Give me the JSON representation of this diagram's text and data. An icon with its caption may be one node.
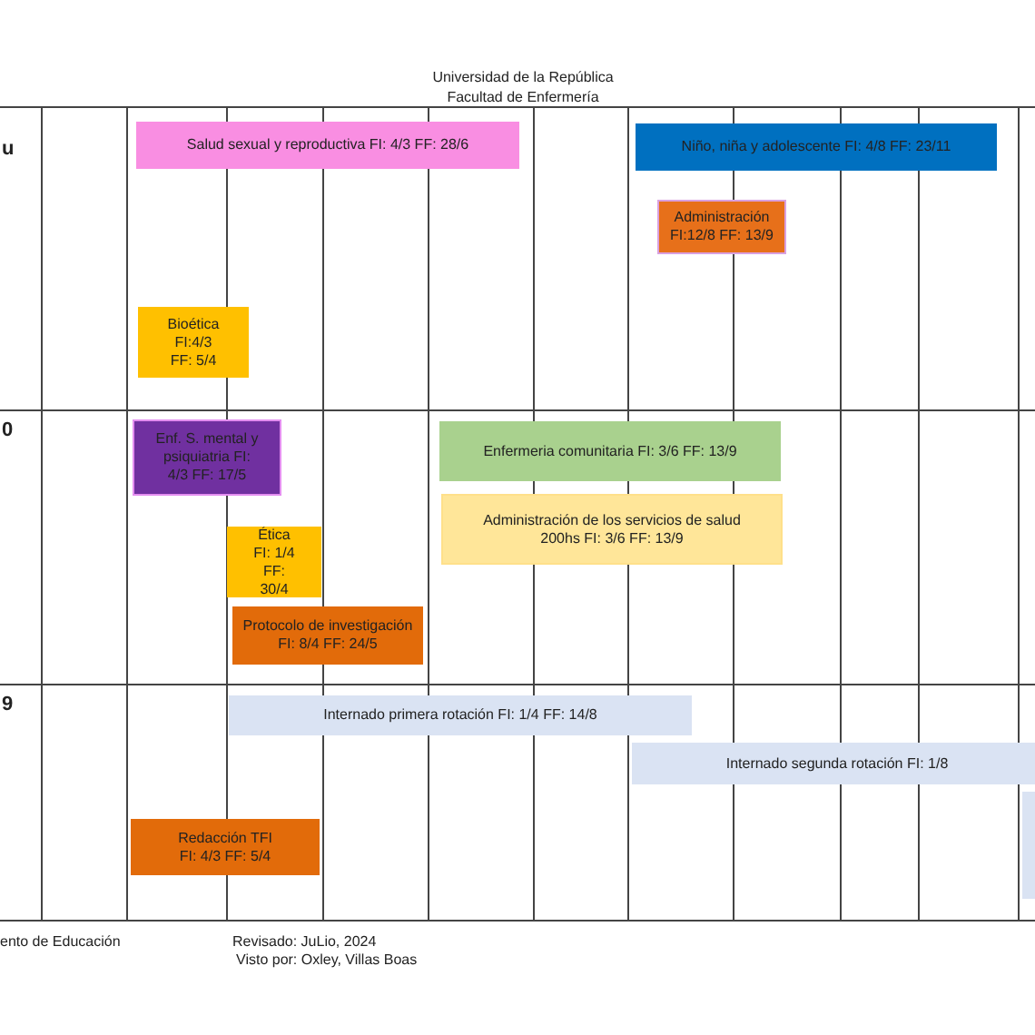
{
  "diagram": {
    "nodes": [
      {
        "text": [
          "Salud sexual y reproductiva FI: 4/3 FF: 28/6"
        ]
      },
      {
        "text": [
          "Niño, niña y adolescente FI: 4/8 FF: 23/11"
        ]
      },
      {
        "text": [
          "Administración FI:12/8 FF: 13/9"
        ]
      },
      {
        "text": [
          "Bioética FI:4/3 FF: 5/4"
        ]
      },
      {
        "text": [
          "Enf. S. mental y psiquiatria FI: 4/3 FF: 17/5"
        ]
      },
      {
        "text": [
          "Enfermeria comunitaria FI: 3/6 FF: 13/9"
        ]
      },
      {
        "text": [
          "Administración de los servicios de salud 200hs FI: 3/6 FF: 13/9"
        ]
      },
      {
        "text": [
          "Ética FI: 1/4 FF: 30/4"
        ]
      },
      {
        "text": [
          "Protocolo de investigación FI: 8/4 FF: 24/5"
        ]
      },
      {
        "text": [
          "Internado primera rotación FI: 1/4 FF: 14/8"
        ]
      },
      {
        "text": [
          "Internado segunda rotación FI: 1/8"
        ]
      },
      {
        "text": [
          "Redacción TFI FI: 4/3 FF: 5/4"
        ]
      },
      {
        "text": [],
        "shape": "box"
      }
    ],
    "labels": [
      "Universidad de la República",
      "Facultad de Enfermería",
      "u",
      "0",
      "9",
      "ento de Educación",
      "Revisado: JuLio, 2024",
      "Visto por: Oxley, Villas Boas"
    ]
  }
}
